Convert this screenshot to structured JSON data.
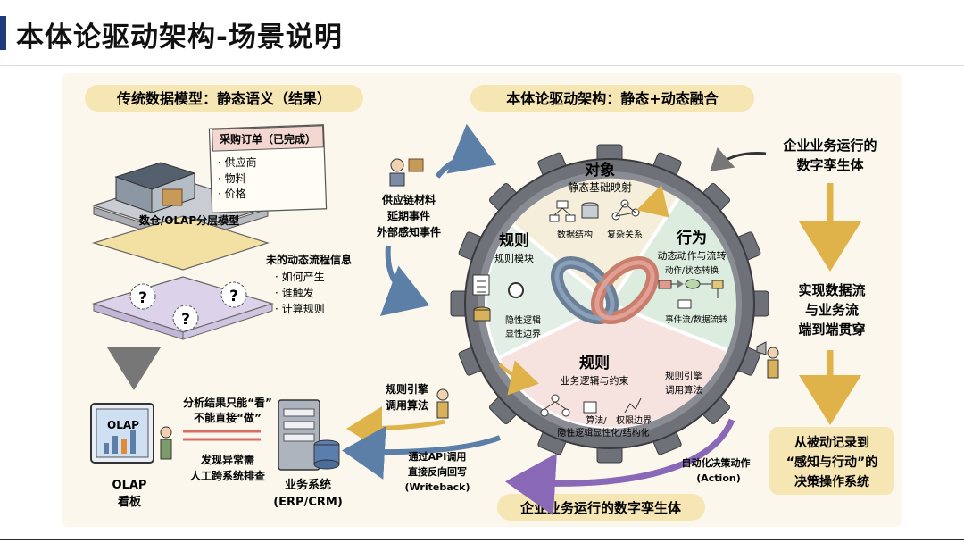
{
  "page_title": "本体论驱动架构-场景说明",
  "left_header": "传统数据模型：静态语义（结果）",
  "right_header": "本体论驱动架构：静态+动态融合",
  "bottom_banner": "企业业务运行的数字孪生体",
  "note_card": {
    "title": "采购订单（已完成）",
    "items": [
      "· 供应商",
      "· 物料",
      "· 价格"
    ]
  },
  "left_labels": {
    "layer_label": "数仓/OLAP分层模型",
    "missing_title": "未的动态流程信息",
    "missing_items": [
      "· 如何产生",
      "· 谁触发",
      "· 计算规则"
    ],
    "question_mark": "?",
    "analysis_line1": "分析结果只能“看”",
    "analysis_line2": "不能直接“做”",
    "manual_line1": "发现异常需",
    "manual_line2": "人工跨系统排查",
    "olap_screen": "OLAP",
    "olap_line1": "OLAP",
    "olap_line2": "看板",
    "erp_line1": "业务系统",
    "erp_line2": "(ERP/CRM)"
  },
  "middle_labels": {
    "supply_line1": "供应链材料",
    "supply_line2": "延期事件",
    "supply_line3": "外部感知事件",
    "engine_line1": "规则引擎",
    "engine_line2": "调用算法",
    "api_line1": "通过API调用",
    "api_line2": "直接反向回写",
    "api_line3": "(Writeback)"
  },
  "gear": {
    "object_title": "对象",
    "object_sub": "静态基础映射",
    "object_icon1": "数据结构",
    "object_icon2": "复杂关系",
    "behavior_title": "行为",
    "behavior_sub": "动态动作与流转",
    "behavior_sub2": "动作/状态转换",
    "behavior_sub3": "事件流/数据流转",
    "rule_left_title": "规则",
    "rule_left_sub": "规则模块",
    "rule_left_icon": "隐性逻辑",
    "rule_left_icon2": "显性边界",
    "rule_bottom_title": "规则",
    "rule_bottom_sub": "业务逻辑与约束",
    "rule_bottom_icon1": "算法/",
    "rule_bottom_icon2": "权限边界",
    "rule_bottom_icon3": "隐性逻辑显性化/结构化",
    "rule_engine_line1": "规则引擎",
    "rule_engine_line2": "调用算法"
  },
  "right_labels": {
    "twin_line1": "企业业务运行的",
    "twin_line2": "数字孪生体",
    "flow_line1": "实现数据流",
    "flow_line2": "与业务流",
    "flow_line3": "端到端贯穿",
    "auto_line1": "自动化决策动作",
    "auto_line2": "(Action)",
    "decision_line1": "从被动记录到",
    "decision_line2": "“感知与行动”的",
    "decision_line3": "决策操作系统"
  },
  "colors": {
    "title_accent": "#1f3a7a",
    "header_pill": "#f6e6b4",
    "gear": "#6f7178",
    "object_sector": "#f4eedb",
    "behavior_sector": "#dcecdf",
    "rule_left_sector": "#e3efe6",
    "rule_bottom_sector": "#f6e2df",
    "arrow_blue": "#5c7fa8",
    "arrow_gold": "#e0b24a",
    "arrow_purple": "#8a68b8"
  }
}
